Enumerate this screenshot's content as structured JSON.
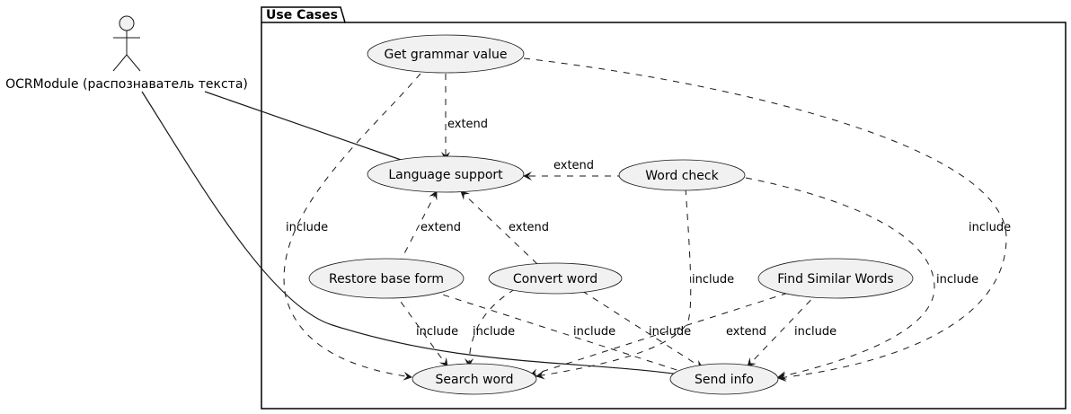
{
  "package": {
    "title": "Use Cases"
  },
  "actor": {
    "name": "OCRModule (распознаватель текста)"
  },
  "use_cases": {
    "grammar": "Get grammar value",
    "language": "Language support",
    "wordcheck": "Word check",
    "restore": "Restore base form",
    "convert": "Convert word",
    "similar": "Find Similar Words",
    "search": "Search word",
    "send": "Send info"
  },
  "relations": {
    "extend": "extend",
    "include": "include"
  }
}
